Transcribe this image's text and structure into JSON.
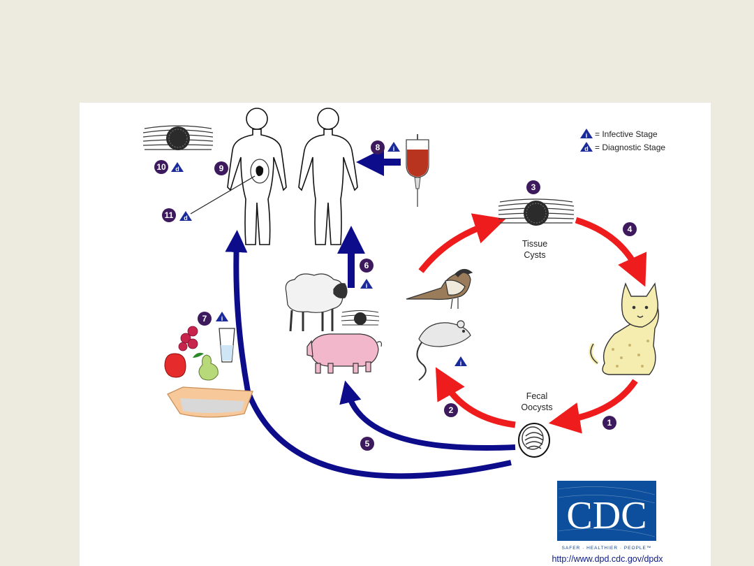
{
  "legend": {
    "infective_symbol": "i",
    "infective_label": "= Infective Stage",
    "diagnostic_symbol": "d",
    "diagnostic_label": "= Diagnostic Stage"
  },
  "labels": {
    "tissue_cysts": [
      "Tissue",
      "Cysts"
    ],
    "fecal_oocysts": [
      "Fecal",
      "Oocysts"
    ]
  },
  "steps": [
    "1",
    "2",
    "3",
    "4",
    "5",
    "6",
    "7",
    "8",
    "9",
    "10",
    "11"
  ],
  "stage_marks": {
    "step6": "i",
    "step7": "i",
    "step8": "i",
    "step10": "d",
    "step11": "d",
    "rodent": "i"
  },
  "logo": {
    "text": "CDC",
    "slogan": "SAFER · HEALTHIER · PEOPLE™"
  },
  "url": "http://www.dpd.cdc.gov/dpdx",
  "colors": {
    "background": "#edeae0",
    "red_arrow": "#ee1c1c",
    "blue_arrow": "#0d0d8c",
    "badge": "#3d1a5e",
    "triangle": "#1a2a9a",
    "cdc_blue": "#0d4f9c"
  }
}
